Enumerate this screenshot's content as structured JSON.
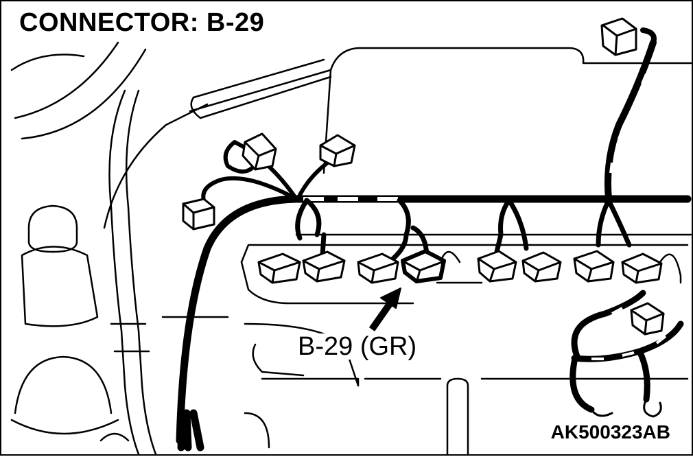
{
  "diagram": {
    "title": "CONNECTOR: B-29",
    "connector_label": "B-29 (GR)",
    "figure_code": "AK500323AB",
    "highlighted_connector": "B-29",
    "connector_color": "GR"
  }
}
